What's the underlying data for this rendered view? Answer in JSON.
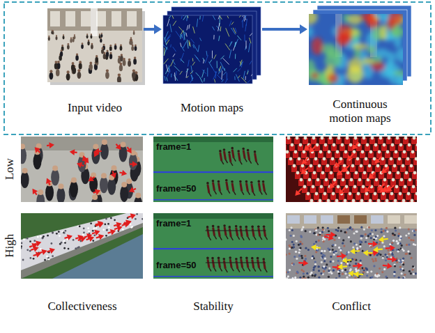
{
  "diagram": {
    "nodes": [
      {
        "text": [
          "Input video"
        ]
      },
      {
        "text": [
          "Motion maps"
        ]
      },
      {
        "text": [
          "Continuous motion maps"
        ]
      }
    ],
    "edges": [
      {
        "from": 0,
        "to": 1,
        "arrow": "to"
      },
      {
        "from": 1,
        "to": 2,
        "arrow": "to"
      }
    ],
    "labels": [
      "Low",
      "frame=1",
      "frame=50",
      "High",
      "frame=1",
      "frame=50",
      "Collectiveness",
      "Stability",
      "Conflict"
    ]
  }
}
